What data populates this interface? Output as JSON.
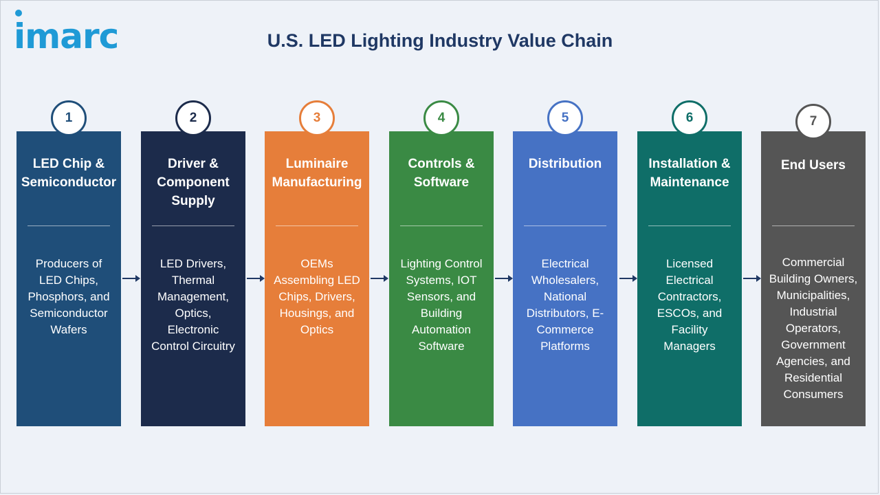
{
  "brand": {
    "logo_text": "imarc"
  },
  "title": "U.S. LED Lighting Industry Value Chain",
  "stages": [
    {
      "number": "1",
      "heading": "LED Chip & Semiconductor",
      "description": "Producers of LED Chips, Phosphors, and Semiconductor Wafers",
      "color": "#1f4e79",
      "badge_color": "#1f4e79"
    },
    {
      "number": "2",
      "heading": "Driver & Component Supply",
      "description": "LED Drivers, Thermal Management, Optics, Electronic Control Circuitry",
      "color": "#1c2b4b",
      "badge_color": "#1c2b4b"
    },
    {
      "number": "3",
      "heading": "Luminaire Manufacturing",
      "description": "OEMs Assembling LED Chips, Drivers, Housings, and Optics",
      "color": "#e67e3a",
      "badge_color": "#e67e3a"
    },
    {
      "number": "4",
      "heading": "Controls & Software",
      "description": "Lighting Control Systems, IOT Sensors, and Building Automation Software",
      "color": "#3a8a44",
      "badge_color": "#3a8a44"
    },
    {
      "number": "5",
      "heading": "Distribution",
      "description": "Electrical Wholesalers, National Distributors, E-Commerce Platforms",
      "color": "#4672c4",
      "badge_color": "#4672c4"
    },
    {
      "number": "6",
      "heading": "Installation & Maintenance",
      "description": "Licensed Electrical Contractors, ESCOs, and Facility Managers",
      "color": "#0f6e68",
      "badge_color": "#0f6e68"
    },
    {
      "number": "7",
      "heading": "End Users",
      "description": "Commercial Building Owners, Municipalities, Industrial Operators, Government Agencies, and Residential Consumers",
      "color": "#555555",
      "badge_color": "#555555"
    }
  ]
}
